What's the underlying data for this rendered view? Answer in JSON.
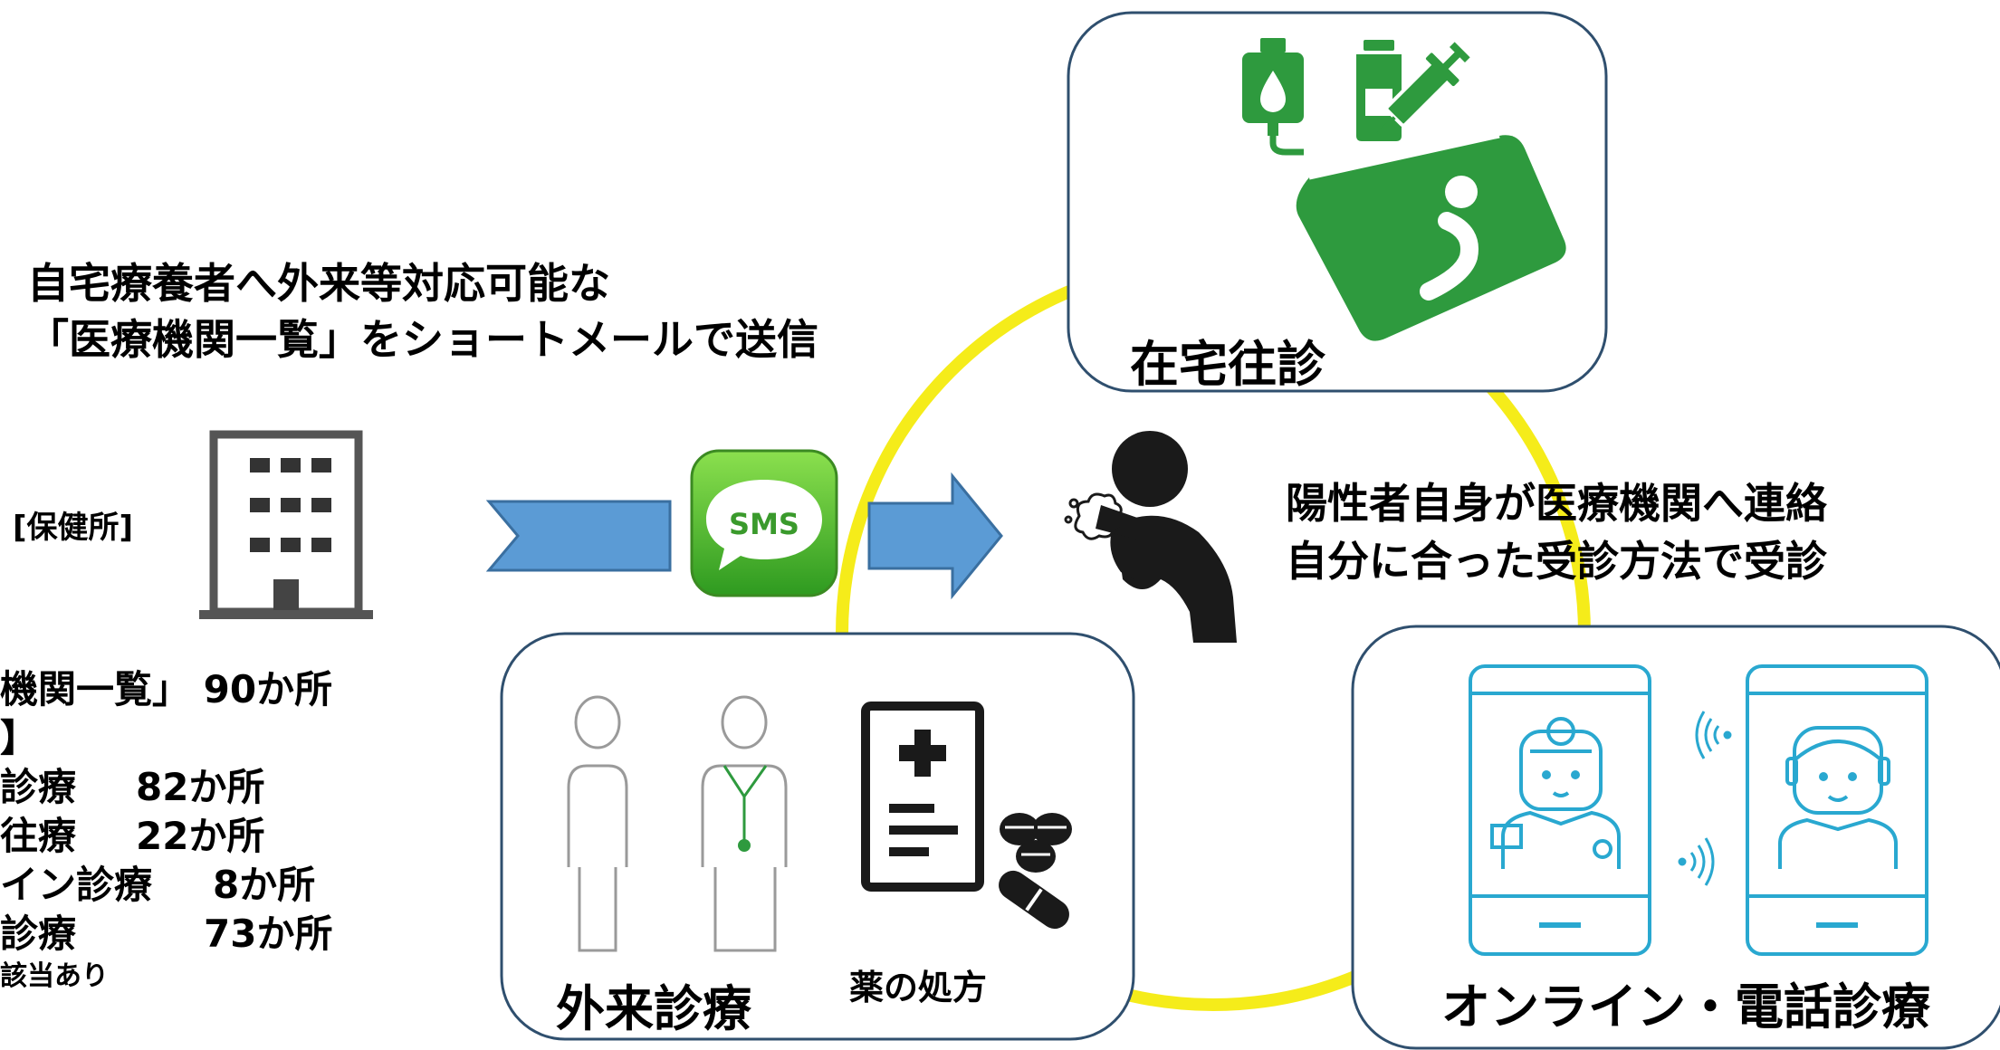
{
  "headline": {
    "line1": "自宅療養者へ外来等対応可能な",
    "line2": "「医療機関一覧」をショートメールで送信"
  },
  "health_center": {
    "label": "[保健所]"
  },
  "sms": {
    "label": "SMS"
  },
  "list": {
    "line1": "機関一覧」 90か所",
    "line2": "】",
    "row3_label": "診療",
    "row3_count": "82か所",
    "row4_label": "往療",
    "row4_count": "22か所",
    "row5_label": "イン診療",
    "row5_count": "8か所",
    "row6_label": "診療",
    "row6_count": "73か所",
    "note": "該当あり"
  },
  "home_visit": {
    "title": "在宅往診"
  },
  "patient": {
    "line1": "陽性者自身が医療機関へ連絡",
    "line2": "自分に合った受診方法で受診"
  },
  "outpatient": {
    "title": "外来診療",
    "prescription_label": "薬の処方"
  },
  "online": {
    "title": "オンライン・電話診療"
  },
  "colors": {
    "ring": "#f5ec1a",
    "box_border": "#2f4f6e",
    "arrow_fill": "#5b9bd5",
    "arrow_stroke": "#3a6fa0",
    "green": "#2e9a3e",
    "sms_green": "#5cc130",
    "phone_cyan": "#29a8d0",
    "dark": "#1a1a1a"
  },
  "icons": {
    "building": "office-building-icon",
    "sms": "sms-speech-bubble-icon",
    "iv_drip": "iv-drip-bag-icon",
    "syringe": "syringe-vial-icon",
    "bed": "patient-bed-icon",
    "coughing": "coughing-person-icon",
    "people": "patient-doctor-outline-icon",
    "prescription": "prescription-pills-icon",
    "doctor_phone": "doctor-on-phone-icon",
    "patient_phone": "patient-on-phone-icon"
  }
}
